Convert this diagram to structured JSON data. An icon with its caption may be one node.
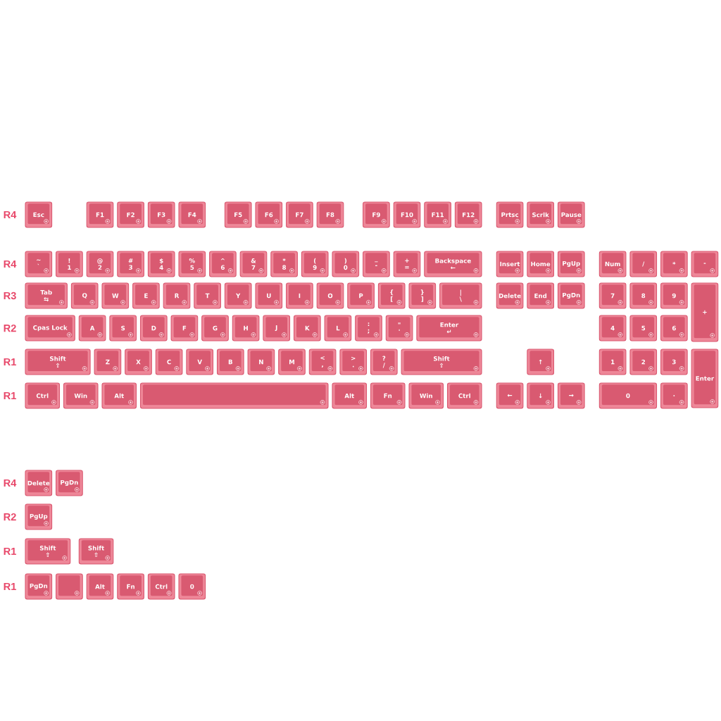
{
  "diagram": {
    "nodes": [
      {
        "text": [
          "Esc"
        ]
      },
      {
        "text": [
          "F1"
        ]
      },
      {
        "text": [
          "F2"
        ]
      },
      {
        "text": [
          "F3"
        ]
      },
      {
        "text": [
          "F4"
        ]
      },
      {
        "text": [
          "F5"
        ]
      },
      {
        "text": [
          "F6"
        ]
      },
      {
        "text": [
          "F7"
        ]
      },
      {
        "text": [
          "F8"
        ]
      },
      {
        "text": [
          "F9"
        ]
      },
      {
        "text": [
          "F10"
        ]
      },
      {
        "text": [
          "F11"
        ]
      },
      {
        "text": [
          "F12"
        ]
      },
      {
        "text": [
          "Prtsc"
        ]
      },
      {
        "text": [
          "Scrlk"
        ]
      },
      {
        "text": [
          "Pause"
        ]
      },
      {
        "text": [
          "~",
          "`"
        ]
      },
      {
        "text": [
          "!",
          "1"
        ]
      },
      {
        "text": [
          "@",
          "2"
        ]
      },
      {
        "text": [
          "#",
          "3"
        ]
      },
      {
        "text": [
          "$",
          "4"
        ]
      },
      {
        "text": [
          "%",
          "5"
        ]
      },
      {
        "text": [
          "^",
          "6"
        ]
      },
      {
        "text": [
          "&",
          "7"
        ]
      },
      {
        "text": [
          "*",
          "8"
        ]
      },
      {
        "text": [
          "(",
          "9"
        ]
      },
      {
        "text": [
          ")",
          "0"
        ]
      },
      {
        "text": [
          "_",
          "-"
        ]
      },
      {
        "text": [
          "+",
          "="
        ]
      },
      {
        "text": [
          "Backspace",
          "←"
        ]
      },
      {
        "text": [
          "Insert"
        ]
      },
      {
        "text": [
          "Home"
        ]
      },
      {
        "text": [
          "PgUp"
        ]
      },
      {
        "text": [
          "Num"
        ]
      },
      {
        "text": [
          "/"
        ]
      },
      {
        "text": [
          "*"
        ]
      },
      {
        "text": [
          "-"
        ]
      },
      {
        "text": [
          "Tab",
          "⇆"
        ]
      },
      {
        "text": [
          "Q"
        ]
      },
      {
        "text": [
          "W"
        ]
      },
      {
        "text": [
          "E"
        ]
      },
      {
        "text": [
          "R"
        ]
      },
      {
        "text": [
          "T"
        ]
      },
      {
        "text": [
          "Y"
        ]
      },
      {
        "text": [
          "U"
        ]
      },
      {
        "text": [
          "I"
        ]
      },
      {
        "text": [
          "O"
        ]
      },
      {
        "text": [
          "P"
        ]
      },
      {
        "text": [
          "{",
          "["
        ]
      },
      {
        "text": [
          "}",
          "]"
        ]
      },
      {
        "text": [
          "|",
          "\\"
        ]
      },
      {
        "text": [
          "Delete"
        ]
      },
      {
        "text": [
          "End"
        ]
      },
      {
        "text": [
          "PgDn"
        ]
      },
      {
        "text": [
          "7"
        ]
      },
      {
        "text": [
          "8"
        ]
      },
      {
        "text": [
          "9"
        ]
      },
      {
        "text": [
          "+"
        ]
      },
      {
        "text": [
          "Cpas Lock"
        ]
      },
      {
        "text": [
          "A"
        ]
      },
      {
        "text": [
          "S"
        ]
      },
      {
        "text": [
          "D"
        ]
      },
      {
        "text": [
          "F"
        ]
      },
      {
        "text": [
          "G"
        ]
      },
      {
        "text": [
          "H"
        ]
      },
      {
        "text": [
          "J"
        ]
      },
      {
        "text": [
          "K"
        ]
      },
      {
        "text": [
          "L"
        ]
      },
      {
        "text": [
          ":",
          ";"
        ]
      },
      {
        "text": [
          "\"",
          "'"
        ]
      },
      {
        "text": [
          "Enter",
          "↵"
        ]
      },
      {
        "text": [
          "4"
        ]
      },
      {
        "text": [
          "5"
        ]
      },
      {
        "text": [
          "6"
        ]
      },
      {
        "text": [
          "Shift",
          "⇧"
        ]
      },
      {
        "text": [
          "Z"
        ]
      },
      {
        "text": [
          "X"
        ]
      },
      {
        "text": [
          "C"
        ]
      },
      {
        "text": [
          "V"
        ]
      },
      {
        "text": [
          "B"
        ]
      },
      {
        "text": [
          "N"
        ]
      },
      {
        "text": [
          "M"
        ]
      },
      {
        "text": [
          "<",
          ","
        ]
      },
      {
        "text": [
          ">",
          "."
        ]
      },
      {
        "text": [
          "?",
          "/"
        ]
      },
      {
        "text": [
          "Shift",
          "⇧"
        ]
      },
      {
        "text": [
          "↑"
        ]
      },
      {
        "text": [
          "1"
        ]
      },
      {
        "text": [
          "2"
        ]
      },
      {
        "text": [
          "3"
        ]
      },
      {
        "text": [
          "Enter"
        ]
      },
      {
        "text": [
          "Ctrl"
        ]
      },
      {
        "text": [
          "Win"
        ]
      },
      {
        "text": [
          "Alt"
        ]
      },
      {
        "text": [],
        "shape": "box"
      },
      {
        "text": [
          "Alt"
        ]
      },
      {
        "text": [
          "Fn"
        ]
      },
      {
        "text": [
          "Win"
        ]
      },
      {
        "text": [
          "Ctrl"
        ]
      },
      {
        "text": [
          "←"
        ]
      },
      {
        "text": [
          "↓"
        ]
      },
      {
        "text": [
          "→"
        ]
      },
      {
        "text": [
          "0"
        ]
      },
      {
        "text": [
          "."
        ]
      },
      {
        "text": [
          "Delete"
        ]
      },
      {
        "text": [
          "PgDn"
        ]
      },
      {
        "text": [
          "PgUp"
        ]
      },
      {
        "text": [
          "Shift",
          "⇧"
        ]
      },
      {
        "text": [
          "Shift",
          "⇧"
        ]
      },
      {
        "text": [
          "PgDn"
        ]
      },
      {
        "text": [],
        "shape": "box"
      },
      {
        "text": [
          "Alt"
        ]
      },
      {
        "text": [
          "Fn"
        ]
      },
      {
        "text": [
          "Ctrl"
        ]
      },
      {
        "text": [
          "0"
        ]
      }
    ],
    "labels": [
      "R4",
      "R4",
      "R3",
      "R2",
      "R1",
      "R1",
      "R4",
      "R2",
      "R1",
      "R1"
    ]
  }
}
